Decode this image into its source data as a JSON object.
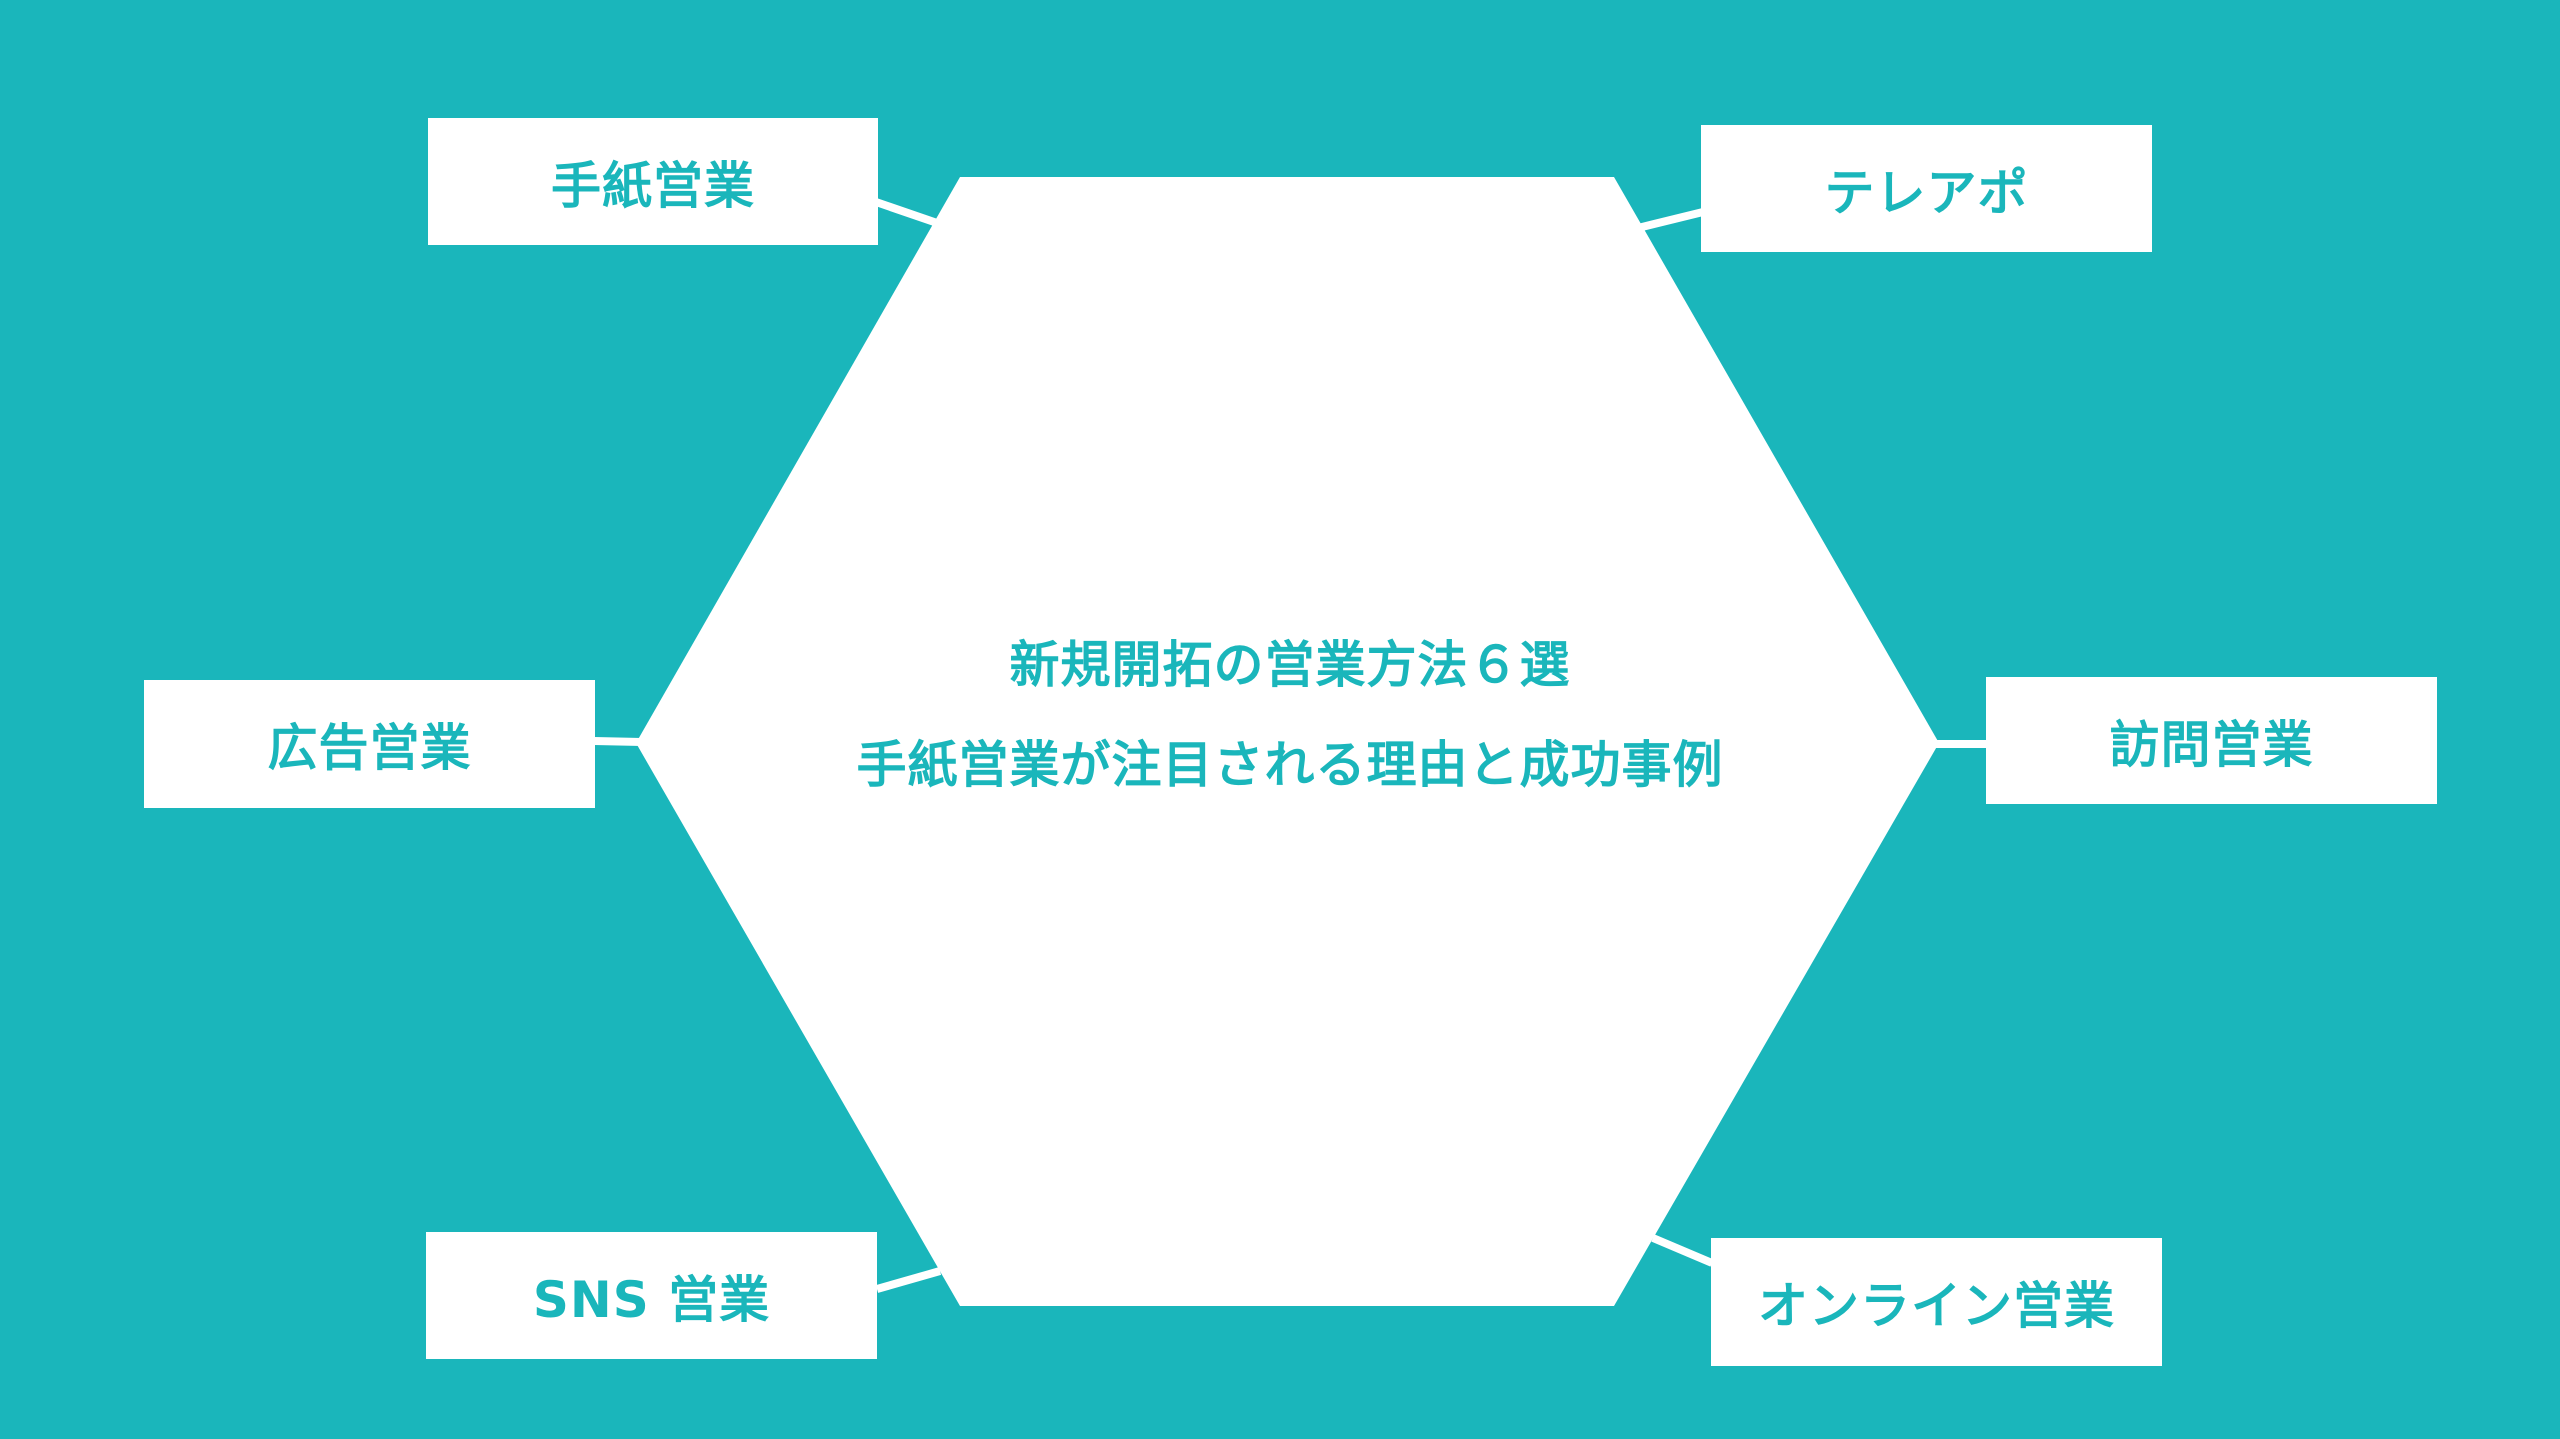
{
  "colors": {
    "background": "#1ab6bb",
    "shapes": "#ffffff",
    "text": "#1ab6bb"
  },
  "center": {
    "line1": "新規開拓の営業方法６選",
    "line2": "手紙営業が注目される理由と成功事例"
  },
  "nodes": {
    "tegami": "手紙営業",
    "telapo": "テレアポ",
    "koukoku": "広告営業",
    "houmon": "訪問営業",
    "sns": "SNS 営業",
    "online": "オンライン営業"
  }
}
